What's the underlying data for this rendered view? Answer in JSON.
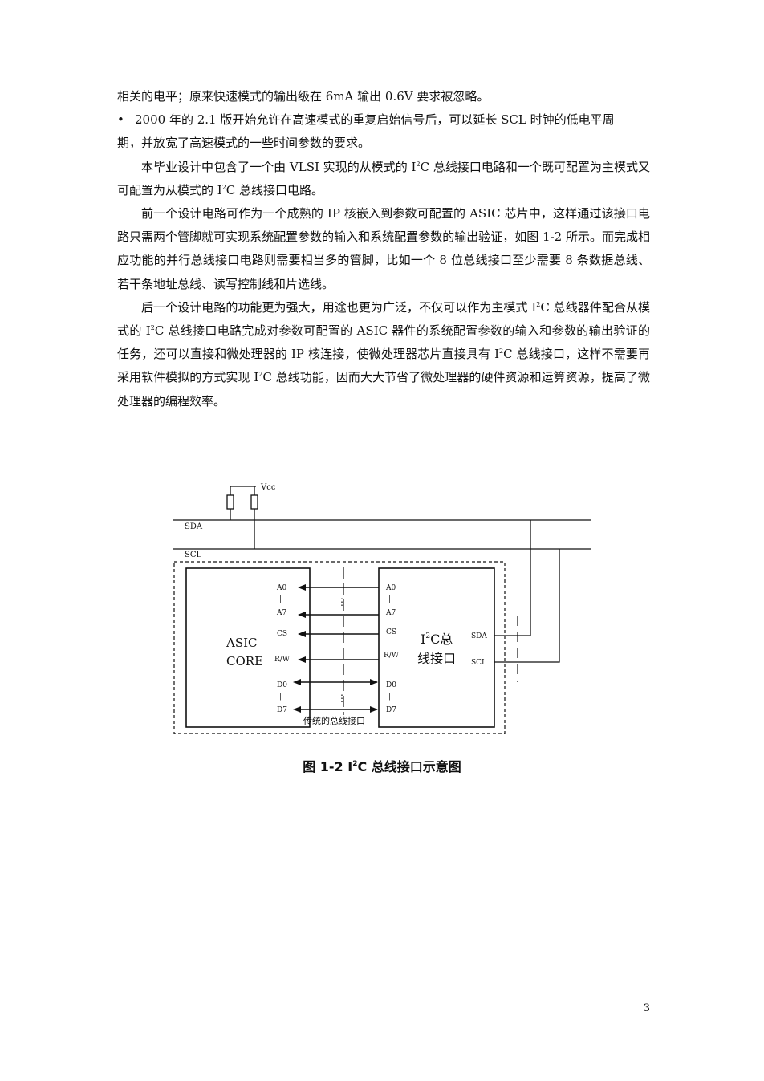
{
  "paragraphs": {
    "p0": "相关的电平；原来快速模式的输出级在 6mA 输出 0.6V 要求被忽略。",
    "bullet_mark": "•",
    "bullet_line1": "2000 年的 2.1 版开始允许在高速模式的重复启始信号后，可以延长 SCL 时钟的低电平周",
    "bullet_line2": "期，并放宽了高速模式的一些时间参数的要求。",
    "p2_a": "本毕业设计中包含了一个由 VLSI 实现的从模式的 I",
    "p2_b": "C 总线接口电路和一个既可配置为主模式又可配置为从模式的 I",
    "p2_c": "C 总线接口电路。",
    "p3": "前一个设计电路可作为一个成熟的 IP 核嵌入到参数可配置的 ASIC 芯片中，这样通过该接口电路只需两个管脚就可实现系统配置参数的输入和系统配置参数的输出验证，如图 1-2 所示。而完成相应功能的并行总线接口电路则需要相当多的管脚，比如一个 8 位总线接口至少需要 8 条数据总线、若干条地址总线、读写控制线和片选线。",
    "p4_a": "后一个设计电路的功能更为强大，用途也更为广泛，不仅可以作为主模式 I",
    "p4_b": "C 总线器件配合从模式的 I",
    "p4_c": "C 总线接口电路完成对参数可配置的 ASIC 器件的系统配置参数的输入和参数的输出验证的任务，还可以直接和微处理器的 IP 核连接，使微处理器芯片直接具有 I",
    "p4_d": "C 总线接口，这样不需要再采用软件模拟的方式实现 I",
    "p4_e": "C 总线功能，因而大大节省了微处理器的硬件资源和运算资源，提高了微处理器的编程效率。",
    "sup2": "2"
  },
  "figure": {
    "vcc": "Vcc",
    "sda": "SDA",
    "scl": "SCL",
    "asic_line1": "ASIC",
    "asic_line2": "CORE",
    "left_a0": "A0",
    "left_bar": "|",
    "left_a7": "A7",
    "left_cs": "CS",
    "left_rw": "R/W",
    "left_d0": "D0",
    "left_d7": "D7",
    "right_a0": "A0",
    "right_a7": "A7",
    "right_cs": "CS",
    "right_rw": "R/W",
    "right_d0": "D0",
    "right_d7": "D7",
    "i2c_line1_a": "I",
    "i2c_line1_sup": "2",
    "i2c_line1_b": "C总",
    "i2c_line2": "线接口",
    "pin_sda": "SDA",
    "pin_scl": "SCL",
    "dots": "⋮",
    "bus_label": "传统的总线接口"
  },
  "caption": {
    "prefix": "图 1-2  I",
    "sup": "2",
    "suffix": "C 总线接口示意图"
  },
  "page_number": "3"
}
